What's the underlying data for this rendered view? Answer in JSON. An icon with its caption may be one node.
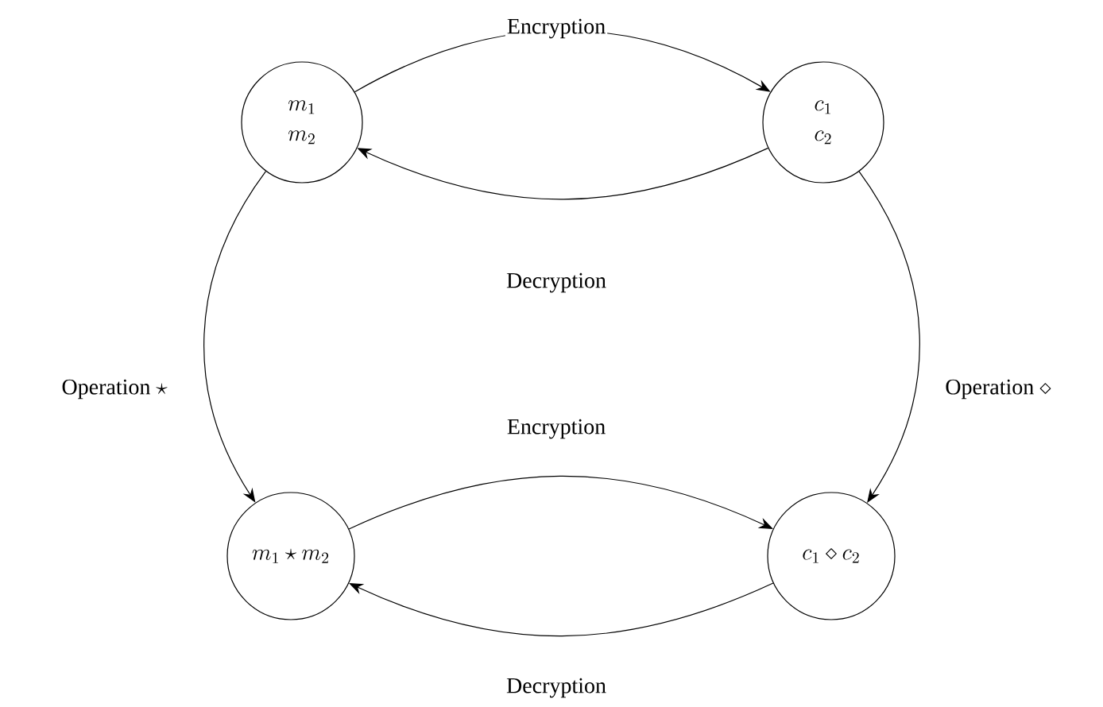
{
  "diagram": {
    "nodes": [
      {
        "text": [
          "m_1",
          "m_2"
        ]
      },
      {
        "text": [
          "c_1",
          "c_2"
        ]
      },
      {
        "text": [
          "m_1 \\star m_2"
        ]
      },
      {
        "text": [
          "c_1 \\diamond c_2"
        ]
      }
    ],
    "edges": [
      {
        "from": 0,
        "to": 1,
        "arrow": "to",
        "label": "Encryption"
      },
      {
        "from": 1,
        "to": 0,
        "arrow": "to",
        "label": "Decryption"
      },
      {
        "from": 0,
        "to": 2,
        "arrow": "to",
        "label": "\\mbox{Operation }\\star"
      },
      {
        "from": 1,
        "to": 3,
        "arrow": "to",
        "label": "\\mbox{Operation }\\diamond"
      },
      {
        "from": 2,
        "to": 3,
        "arrow": "to",
        "label": "Encryption"
      },
      {
        "from": 3,
        "to": 2,
        "arrow": "to",
        "label": "Decryption"
      }
    ]
  }
}
